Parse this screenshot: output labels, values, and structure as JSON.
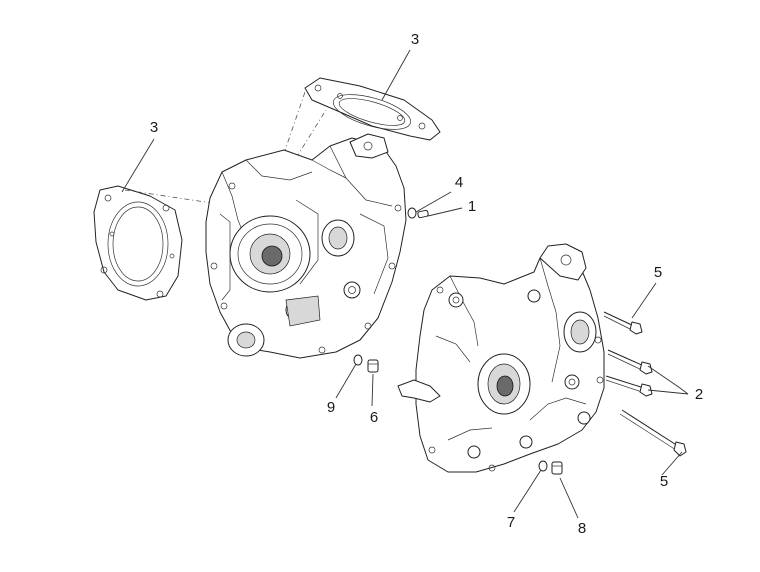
{
  "diagram": {
    "type": "exploded-parts-view",
    "callouts": [
      {
        "id": "c1",
        "label": "1"
      },
      {
        "id": "c2",
        "label": "2"
      },
      {
        "id": "c3a",
        "label": "3"
      },
      {
        "id": "c3b",
        "label": "3"
      },
      {
        "id": "c4",
        "label": "4"
      },
      {
        "id": "c5a",
        "label": "5"
      },
      {
        "id": "c5b",
        "label": "5"
      },
      {
        "id": "c6",
        "label": "6"
      },
      {
        "id": "c7",
        "label": "7"
      },
      {
        "id": "c8",
        "label": "8"
      },
      {
        "id": "c9",
        "label": "9"
      }
    ]
  }
}
